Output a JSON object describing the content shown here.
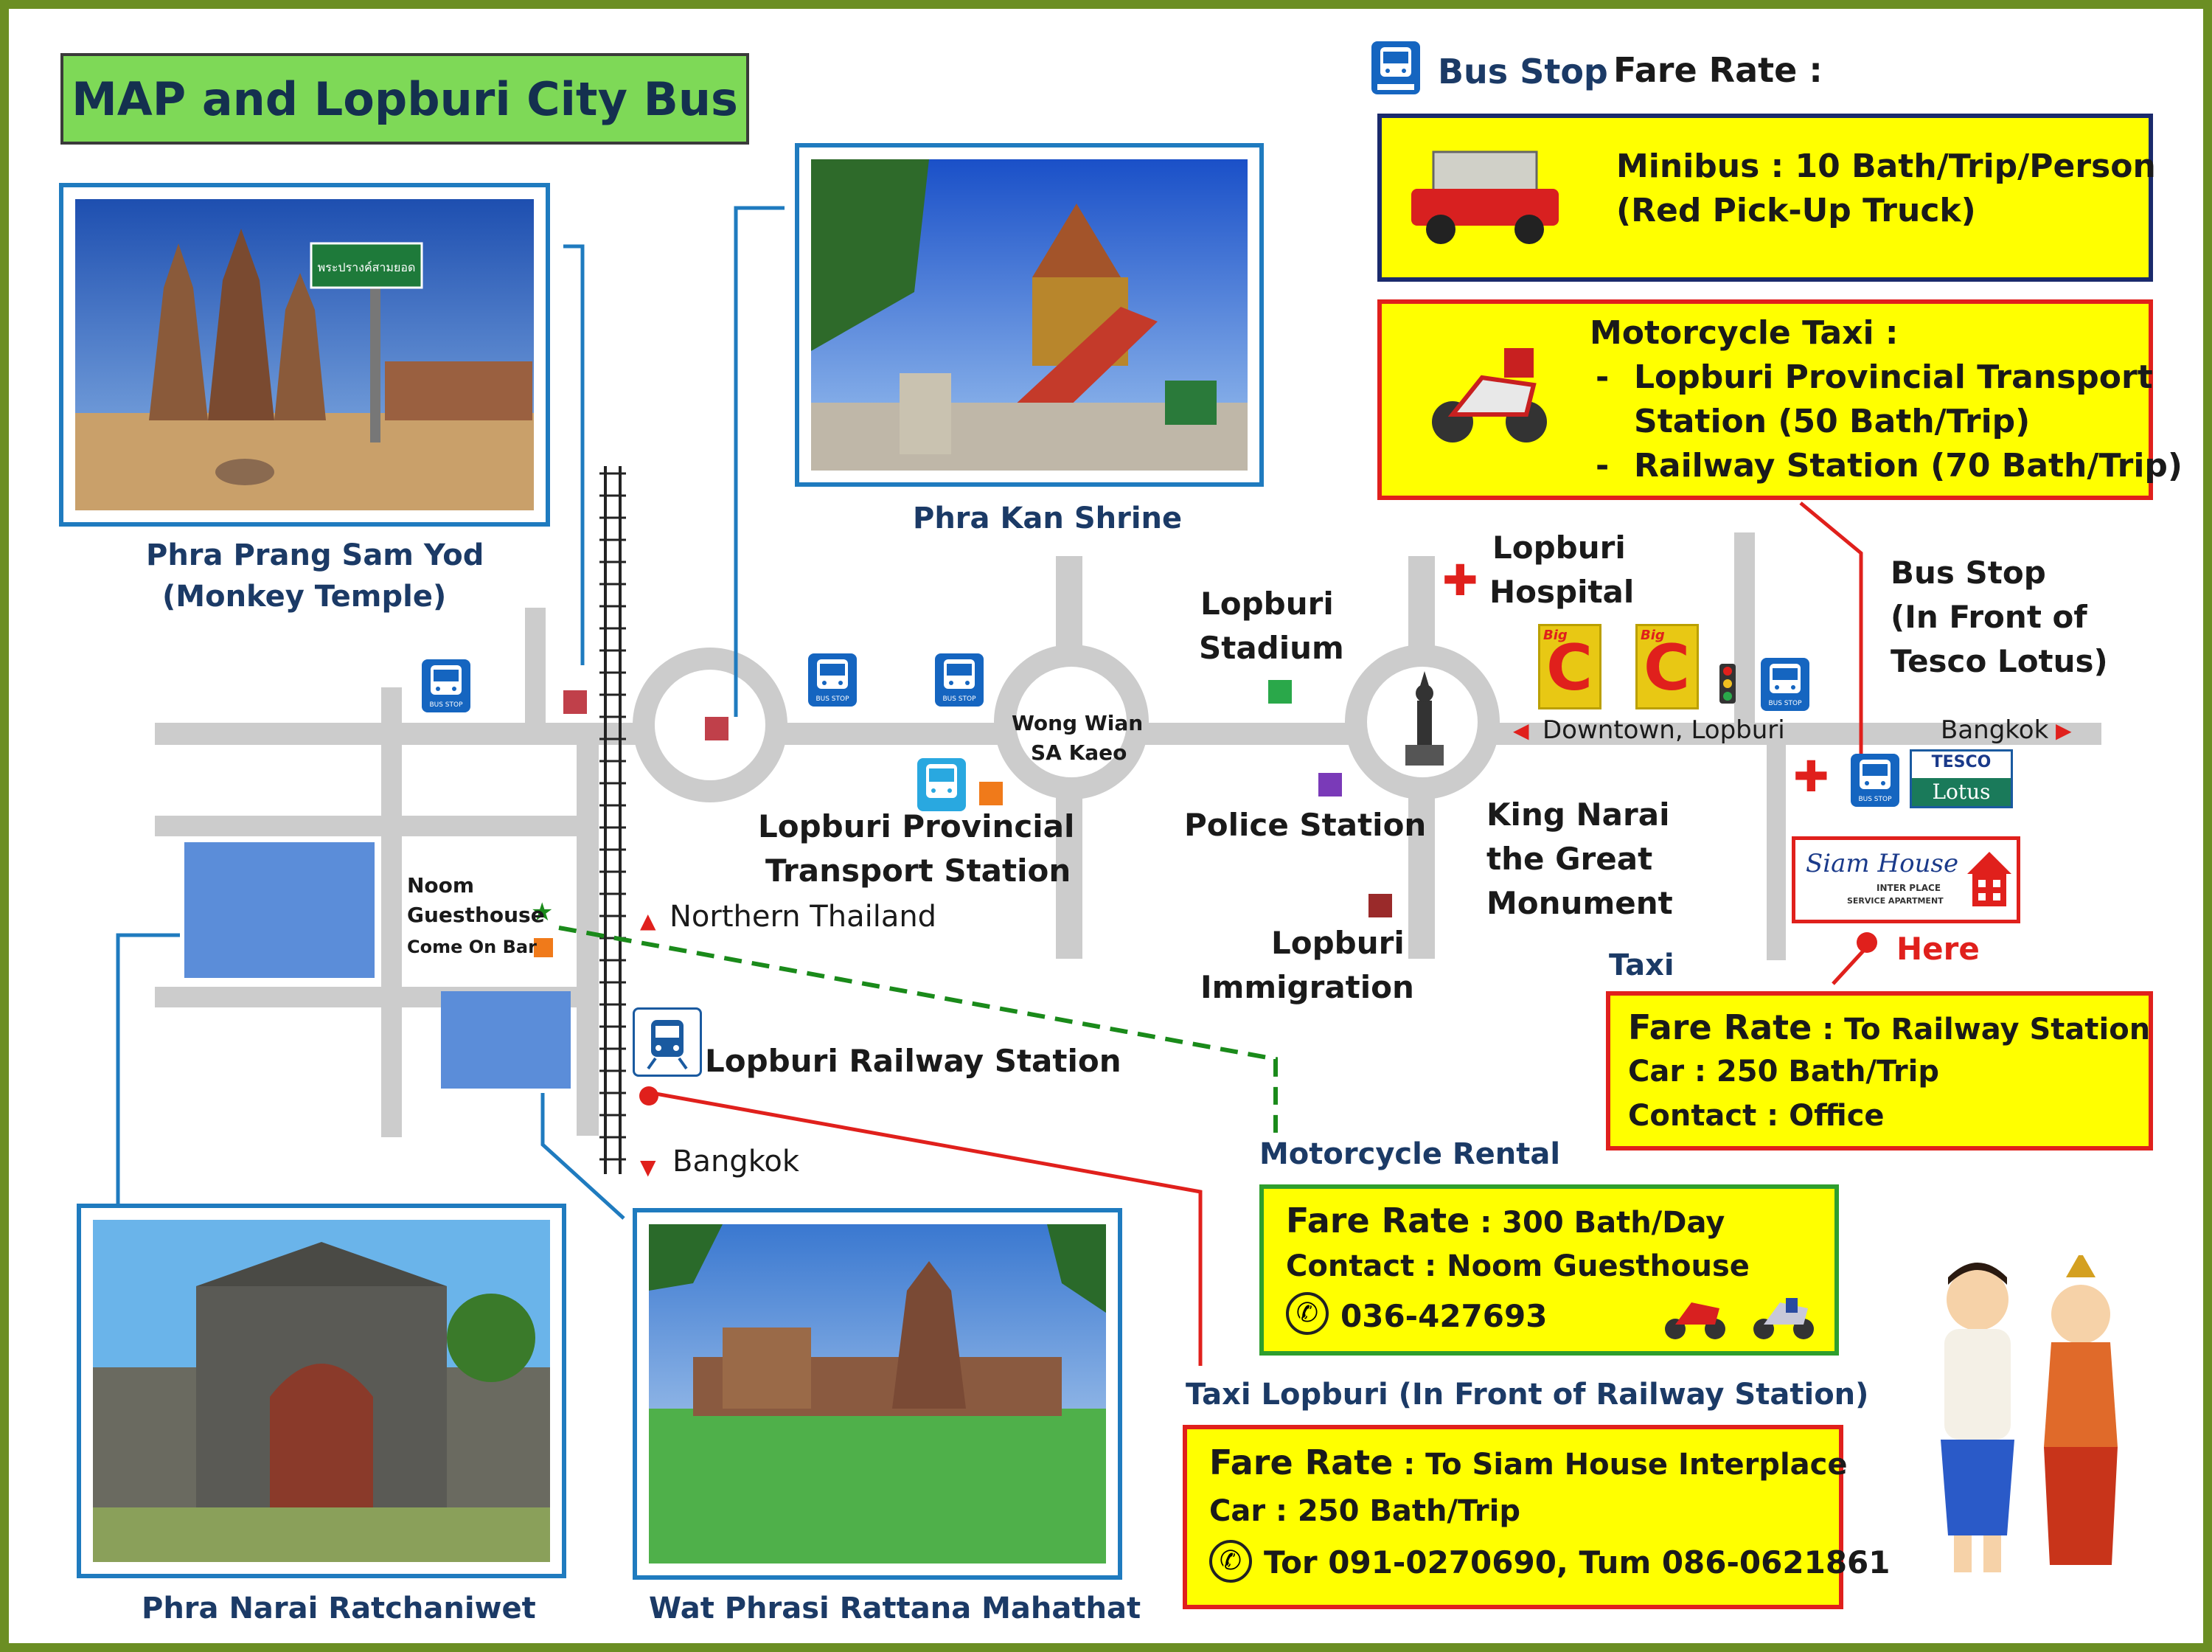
{
  "title": "MAP and Lopburi City Bus",
  "legend": {
    "bus_stop": "Bus Stop",
    "fare_rate": "Fare Rate :"
  },
  "fares": {
    "minibus": {
      "line1": "Minibus : 10 Bath/Trip/Person",
      "line2": "(Red Pick-Up Truck)"
    },
    "motorcycle_taxi": {
      "heading": "Motorcycle Taxi :",
      "item1_line1": "Lopburi Provincial Transport",
      "item1_line2": "Station (50 Bath/Trip)",
      "item2": "Railway Station (70 Bath/Trip)",
      "dash": "-"
    },
    "taxi_office": {
      "label": "Taxi",
      "fare_label": "Fare Rate",
      "fare_value": " : To Railway Station",
      "car": "Car : 250 Bath/Trip",
      "contact": "Contact : Office"
    },
    "rental": {
      "label": "Motorcycle Rental",
      "fare_label": "Fare Rate",
      "fare_value": " : 300 Bath/Day",
      "contact": "Contact : Noom Guesthouse",
      "phone": "036-427693"
    },
    "taxi_station": {
      "label": "Taxi Lopburi (In Front of Railway Station)",
      "fare_label": "Fare Rate",
      "fare_value": " : To Siam House Interplace",
      "car": "Car : 250 Bath/Trip",
      "phones": "Tor 091-0270690, Tum 086-0621861"
    }
  },
  "photos": {
    "sam_yod": {
      "line1": "Phra Prang Sam Yod",
      "line2": "(Monkey Temple)",
      "sign": "พระปรางค์สามยอด"
    },
    "kan_shrine": "Phra Kan Shrine",
    "narai": "Phra Narai Ratchaniwet",
    "wat_phrasi": "Wat Phrasi Rattana Mahathat"
  },
  "map": {
    "wong_wian_1": "Wong Wian",
    "wong_wian_2": "SA Kaeo",
    "stadium_1": "Lopburi",
    "stadium_2": "Stadium",
    "hospital_1": "Lopburi",
    "hospital_2": "Hospital",
    "transport_1": "Lopburi Provincial",
    "transport_2": "Transport Station",
    "police": "Police Station",
    "monument_1": "King Narai",
    "monument_2": "the Great",
    "monument_3": "Monument",
    "immigration_1": "Lopburi",
    "immigration_2": "Immigration",
    "northern": "Northern Thailand",
    "bangkok_south": "Bangkok",
    "bangkok_east": "Bangkok",
    "downtown": "Downtown, Lopburi",
    "railway": "Lopburi Railway Station",
    "noom_1": "Noom",
    "noom_2": "Guesthouse",
    "come_on_bar": "Come On Bar",
    "bus_stop_tesco_1": "Bus Stop",
    "bus_stop_tesco_2": "(In Front of",
    "bus_stop_tesco_3": "Tesco Lotus)",
    "here": "Here",
    "bus_stop_tag": "BUS STOP",
    "tesco": "TESCO",
    "lotus": "Lotus",
    "big_c": "Big",
    "siam_house": "Siam House",
    "siam_house_sub": "INTER PLACE",
    "siam_house_sub2": "SERVICE APARTMENT"
  },
  "colors": {
    "frame": "#6b8e23",
    "title_bg": "#7ed957",
    "road": "#cccccc",
    "fare_yellow": "#ffff00",
    "red_border": "#e0201c",
    "navy_border": "#1a2a6c",
    "green_border": "#2e9e2e",
    "photo_border": "#1f7bbf",
    "label_blue": "#1b3a66",
    "bus_blue": "#1565c0"
  }
}
